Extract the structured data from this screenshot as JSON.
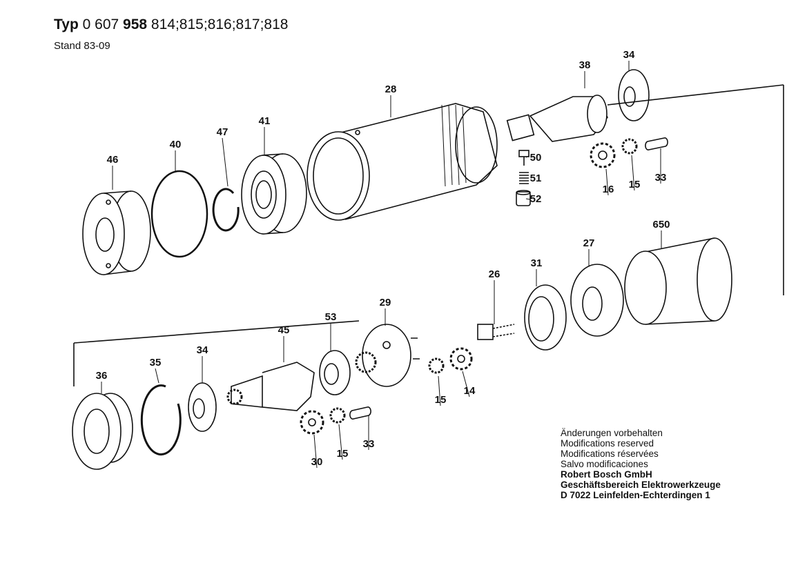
{
  "header": {
    "typ_label": "Typ",
    "number_bold_prefix": "0 607",
    "number_bold": "958",
    "variants": "814;815;816;817;818",
    "stand": "Stand  83-09"
  },
  "parts": [
    "46",
    "40",
    "47",
    "41",
    "28",
    "38",
    "34",
    "50",
    "51",
    "52",
    "16",
    "15",
    "33",
    "650",
    "27",
    "31",
    "26",
    "29",
    "53",
    "45",
    "34",
    "35",
    "36",
    "15",
    "14",
    "30",
    "15",
    "33"
  ],
  "notes": {
    "lines": [
      "Änderungen vorbehalten",
      "Modifications reserved",
      "Modifications réservées",
      "Salvo modificaciones"
    ],
    "company": [
      "Robert Bosch GmbH",
      "Geschäftsbereich Elektrowerkzeuge",
      "D 7022 Leinfelden-Echterdingen 1"
    ]
  }
}
